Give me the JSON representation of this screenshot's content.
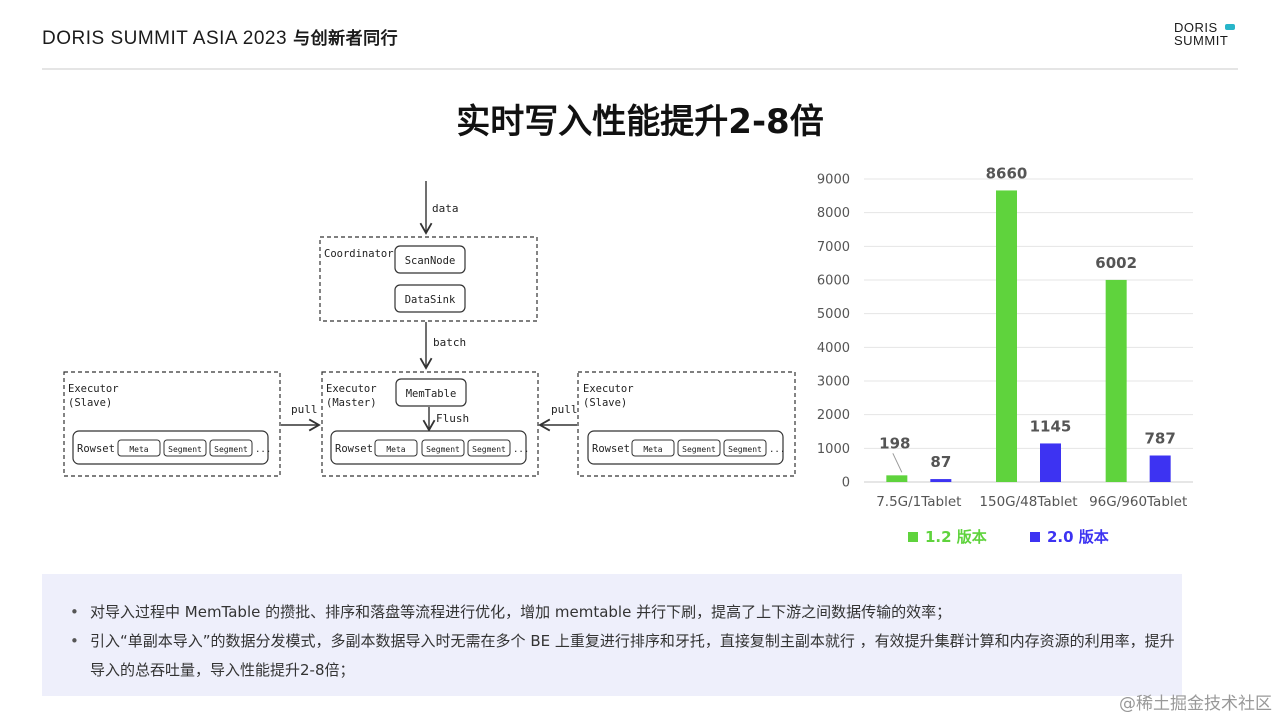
{
  "header": {
    "title_en": "DORIS SUMMIT ASIA 2023",
    "title_cn": "与创新者同行",
    "logo_line1": "DORIS",
    "logo_line2": "SUMMIT"
  },
  "main_title": "实时写入性能提升2-8倍",
  "diagram": {
    "data_label": "data",
    "coordinator": "Coordinator",
    "scan_node": "ScanNode",
    "data_sink": "DataSink",
    "batch_label": "batch",
    "executor_master_1": "Executor",
    "executor_master_2": "(Master)",
    "executor_slave_1": "Executor",
    "executor_slave_2": "(Slave)",
    "memtable": "MemTable",
    "flush": "Flush",
    "pull": "pull",
    "rowset": "Rowset",
    "meta": "Meta",
    "segment": "Segment",
    "ellipsis": "..."
  },
  "chart_data": {
    "type": "bar",
    "categories": [
      "7.5G/1Tablet",
      "150G/48Tablet",
      "96G/960Tablet"
    ],
    "series": [
      {
        "name": "1.2 版本",
        "values": [
          198,
          8660,
          6002
        ],
        "color": "#5fd33d"
      },
      {
        "name": "2.0 版本",
        "values": [
          87,
          1145,
          787
        ],
        "color": "#3d33f2"
      }
    ],
    "ylim": [
      0,
      9000
    ],
    "yticks": [
      0,
      1000,
      2000,
      3000,
      4000,
      5000,
      6000,
      7000,
      8000,
      9000
    ],
    "grid": true,
    "legend": "bottom",
    "xlabel": "",
    "ylabel": ""
  },
  "notes": [
    "对导入过程中 MemTable 的攒批、排序和落盘等流程进行优化，增加 memtable 并行下刷，提高了上下游之间数据传输的效率；",
    "引入“单副本导入”的数据分发模式，多副本数据导入时无需在多个 BE 上重复进行排序和牙托，直接复制主副本就行 ，有效提升集群计算和内存资源的利用率，提升导入的总吞吐量，导入性能提升2-8倍；"
  ],
  "watermark": "@稀土掘金技术社区"
}
